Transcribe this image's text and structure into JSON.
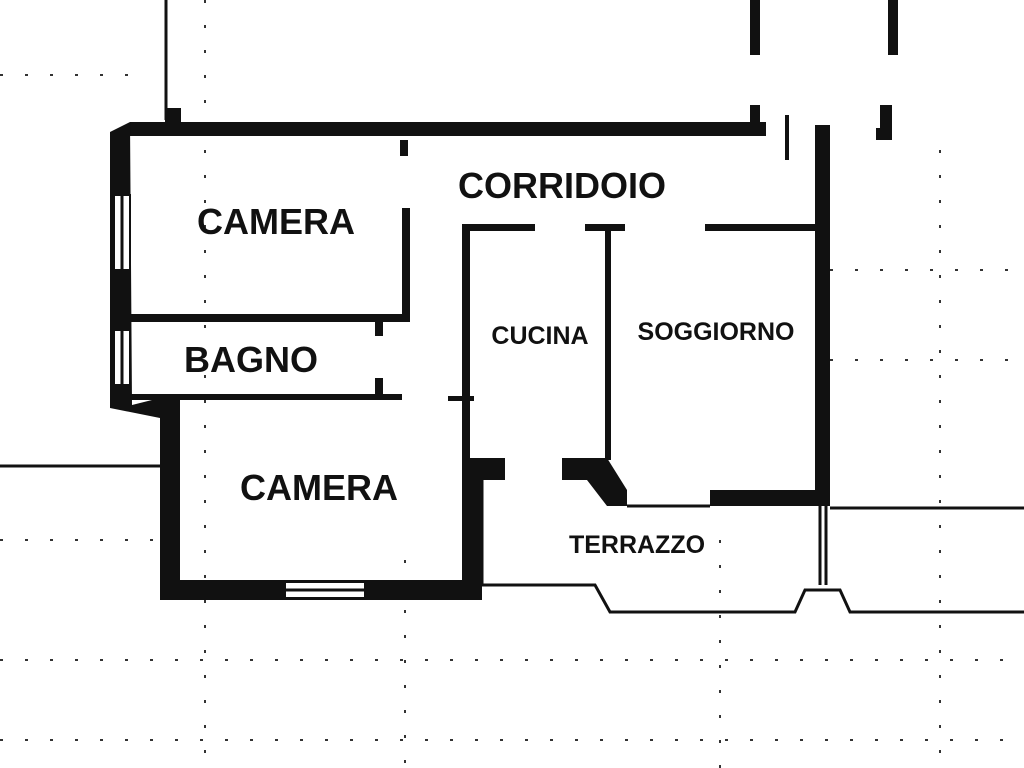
{
  "plan": {
    "rooms": [
      {
        "id": "camera-1",
        "label": "CAMERA"
      },
      {
        "id": "corridoio",
        "label": "CORRIDOIO"
      },
      {
        "id": "cucina",
        "label": "CUCINA"
      },
      {
        "id": "soggiorno",
        "label": "SOGGIORNO"
      },
      {
        "id": "bagno",
        "label": "BAGNO"
      },
      {
        "id": "camera-2",
        "label": "CAMERA"
      },
      {
        "id": "terrazzo",
        "label": "TERRAZZO"
      }
    ],
    "colors": {
      "wall": "#111111",
      "background": "#ffffff"
    }
  }
}
